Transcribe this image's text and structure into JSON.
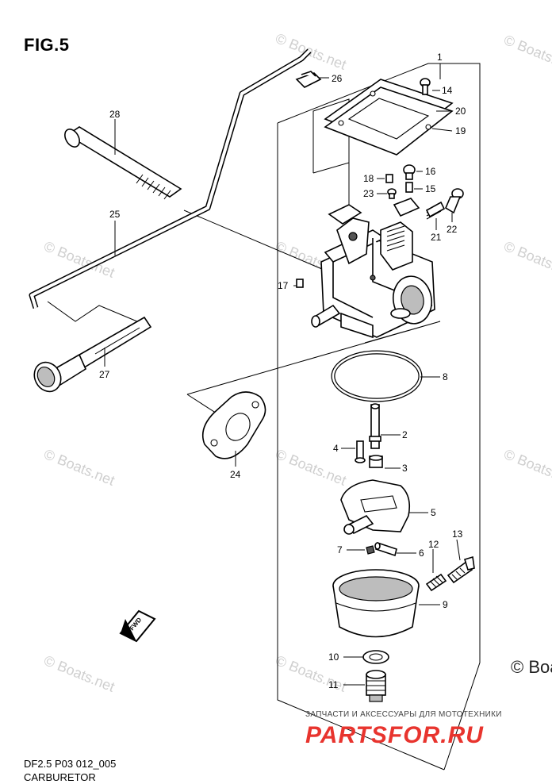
{
  "figure": {
    "title": "FIG.5",
    "code": "DF2.5 P03 012_005",
    "name": "CARBURETOR"
  },
  "watermark": {
    "text": "© Boats.net",
    "corner_text": "© Boa"
  },
  "brand": {
    "tagline": "ЗАПЧАСТИ И АКСЕССУАРЫ ДЛЯ МОТОТЕХНИКИ",
    "logo": "PARTSFOR.RU",
    "logo_color": "#e8342e"
  },
  "fwd_label": "FWD",
  "callouts": [
    "1",
    "2",
    "3",
    "4",
    "5",
    "6",
    "7",
    "8",
    "9",
    "10",
    "11",
    "12",
    "13",
    "14",
    "15",
    "16",
    "17",
    "18",
    "19",
    "20",
    "21",
    "22",
    "23",
    "24",
    "26",
    "25",
    "27",
    "28"
  ]
}
